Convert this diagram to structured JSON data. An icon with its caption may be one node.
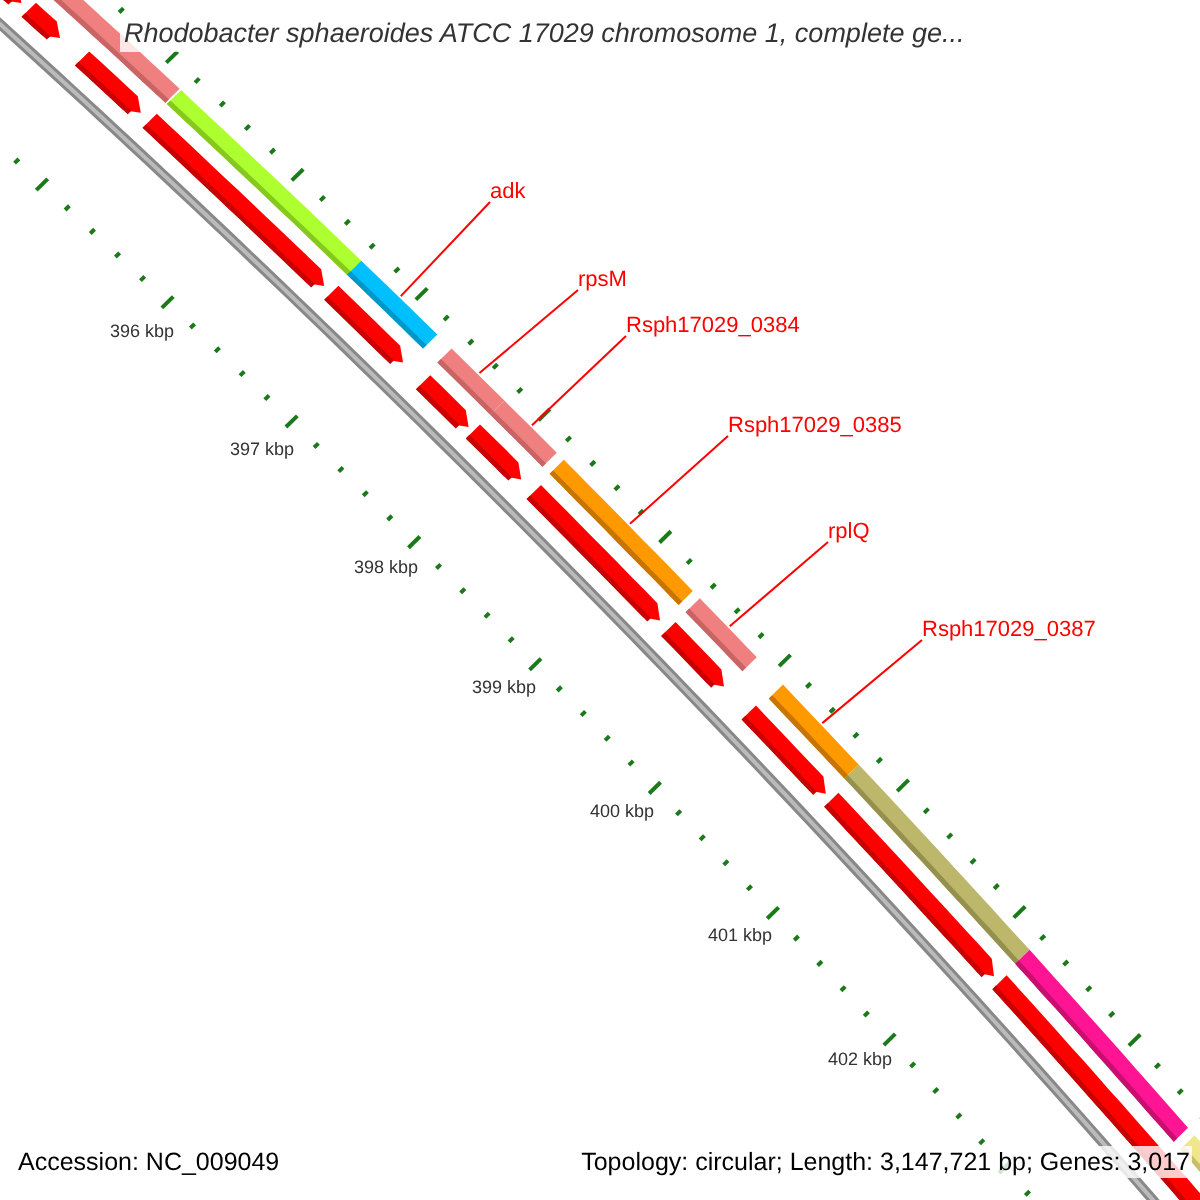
{
  "diagram": {
    "title": "Rhodobacter sphaeroides ATCC 17029 chromosome 1, complete ge...",
    "nodes": [
      {
        "text": [
          "adk"
        ]
      },
      {
        "text": [
          "rpsM"
        ]
      },
      {
        "text": [
          "Rsph17029_0384"
        ]
      },
      {
        "text": [
          "Rsph17029_0385"
        ]
      },
      {
        "text": [
          "rplQ"
        ]
      },
      {
        "text": [
          "Rsph17029_0387"
        ]
      },
      {
        "text": [],
        "shape": "bar"
      },
      {
        "text": [],
        "shape": "bar"
      },
      {
        "text": [],
        "shape": "bar"
      },
      {
        "text": [],
        "shape": "bar"
      },
      {
        "text": [],
        "shape": "bar"
      },
      {
        "text": [],
        "shape": "bar"
      }
    ],
    "edges": [
      {
        "from": 0,
        "to": 6,
        "arrow": "none"
      },
      {
        "from": 1,
        "to": 7,
        "arrow": "none"
      },
      {
        "from": 2,
        "to": 8,
        "arrow": "none"
      },
      {
        "from": 3,
        "to": 9,
        "arrow": "none"
      },
      {
        "from": 4,
        "to": 10,
        "arrow": "none"
      },
      {
        "from": 5,
        "to": 11,
        "arrow": "none"
      }
    ],
    "labels": [
      "396 kbp",
      "397 kbp",
      "398 kbp",
      "399 kbp",
      "400 kbp",
      "401 kbp",
      "402 kbp",
      "Accession: NC_009049",
      "Topology: circular; Length: 3,147,721 bp; Genes: 3,017"
    ]
  }
}
